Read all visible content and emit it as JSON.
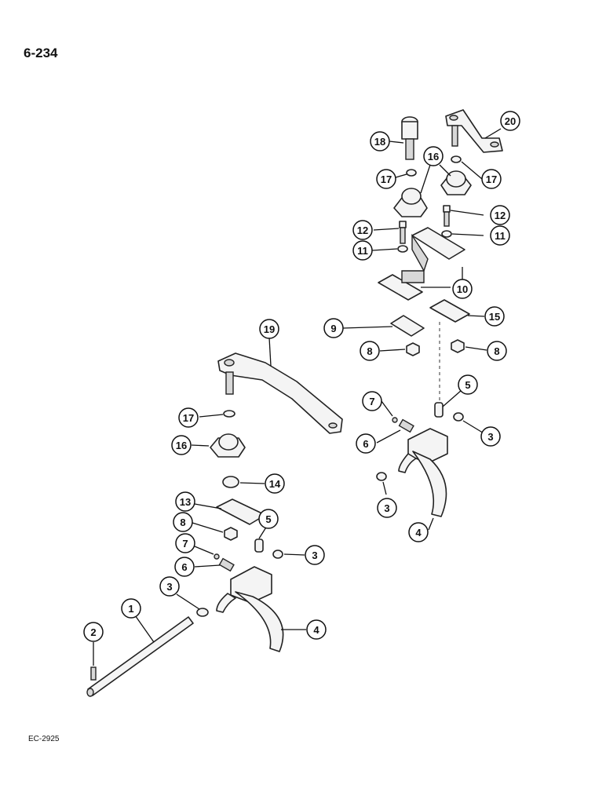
{
  "page": {
    "page_number": "6-234",
    "reference_code": "EC-2925"
  },
  "callouts": [
    {
      "id": "c1",
      "label": "1"
    },
    {
      "id": "c2",
      "label": "2"
    },
    {
      "id": "c3a",
      "label": "3"
    },
    {
      "id": "c3b",
      "label": "3"
    },
    {
      "id": "c3c",
      "label": "3"
    },
    {
      "id": "c3d",
      "label": "3"
    },
    {
      "id": "c4a",
      "label": "4"
    },
    {
      "id": "c4b",
      "label": "4"
    },
    {
      "id": "c5a",
      "label": "5"
    },
    {
      "id": "c5b",
      "label": "5"
    },
    {
      "id": "c6a",
      "label": "6"
    },
    {
      "id": "c6b",
      "label": "6"
    },
    {
      "id": "c7a",
      "label": "7"
    },
    {
      "id": "c7b",
      "label": "7"
    },
    {
      "id": "c8a",
      "label": "8"
    },
    {
      "id": "c8b",
      "label": "8"
    },
    {
      "id": "c8c",
      "label": "8"
    },
    {
      "id": "c9",
      "label": "9"
    },
    {
      "id": "c10",
      "label": "10"
    },
    {
      "id": "c11a",
      "label": "11"
    },
    {
      "id": "c11b",
      "label": "11"
    },
    {
      "id": "c12a",
      "label": "12"
    },
    {
      "id": "c12b",
      "label": "12"
    },
    {
      "id": "c13",
      "label": "13"
    },
    {
      "id": "c14",
      "label": "14"
    },
    {
      "id": "c15",
      "label": "15"
    },
    {
      "id": "c16a",
      "label": "16"
    },
    {
      "id": "c16b",
      "label": "16"
    },
    {
      "id": "c17a",
      "label": "17"
    },
    {
      "id": "c17b",
      "label": "17"
    },
    {
      "id": "c17c",
      "label": "17"
    },
    {
      "id": "c18",
      "label": "18"
    },
    {
      "id": "c19",
      "label": "19"
    },
    {
      "id": "c20",
      "label": "20"
    }
  ]
}
